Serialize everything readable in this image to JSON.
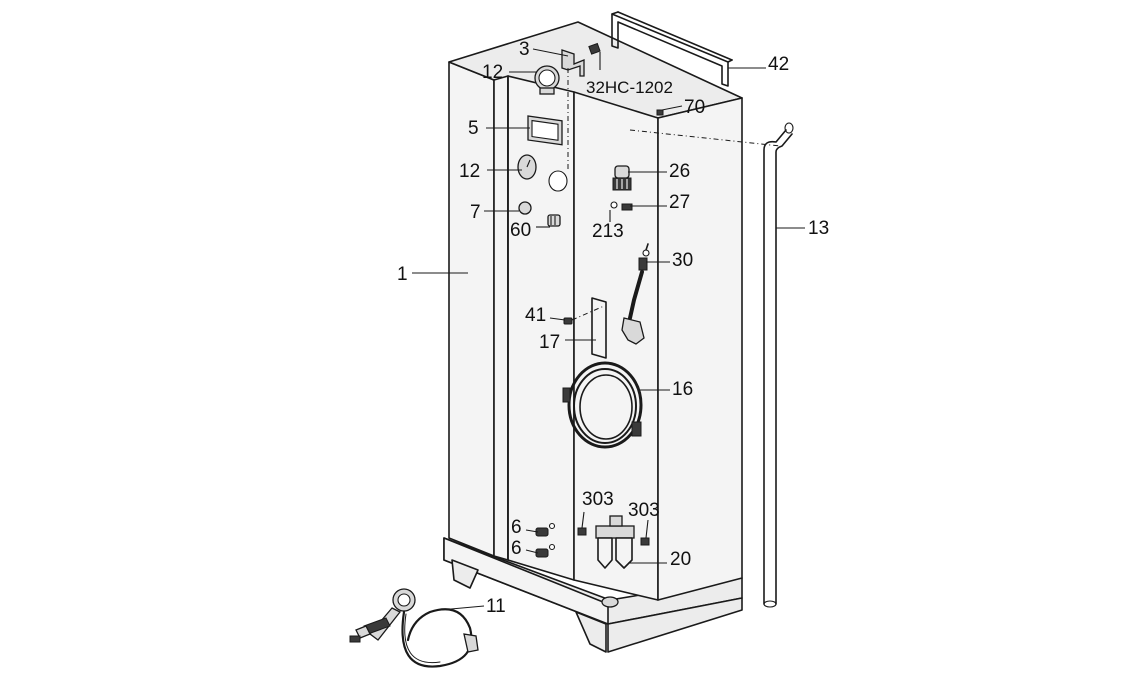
{
  "callouts": {
    "c1": "1",
    "c3": "3",
    "c5": "5",
    "c6a": "6",
    "c6b": "6",
    "c7": "7",
    "c11": "11",
    "c12a": "12",
    "c12b": "12",
    "c13": "13",
    "c16": "16",
    "c17": "17",
    "c20": "20",
    "c26": "26",
    "c27": "27",
    "c30": "30",
    "c41": "41",
    "c42": "42",
    "c60": "60",
    "c70": "70",
    "c213": "213",
    "c303a": "303",
    "c303b": "303",
    "c32hc": "32HC-1202"
  }
}
